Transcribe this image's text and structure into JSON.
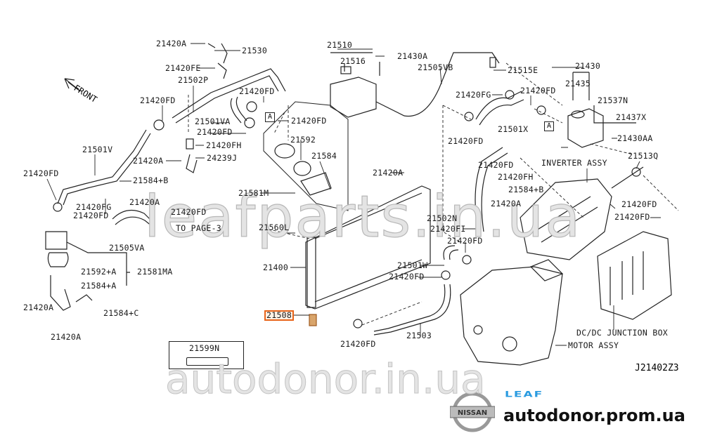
{
  "labels": [
    "21420A",
    "21530",
    "21420FE",
    "21502P",
    "21420FD",
    "21420FD",
    "21501VA",
    "21420FD",
    "21420FD",
    "21420FH",
    "21592",
    "21584",
    "24239J",
    "21420A",
    "21501V",
    "21420FD",
    "21584+B",
    "21420A",
    "21581M",
    "21420FG",
    "21420FD",
    "21420FD",
    "TO PAGE-3",
    "21560L",
    "21505VA",
    "21592+A",
    "21581MA",
    "21584+A",
    "21420A",
    "21584+C",
    "21420A",
    "21400",
    "21508",
    "21420FD",
    "21503",
    "21420FD",
    "21501W",
    "21420FD",
    "21420FI",
    "21502N",
    "21420A",
    "21510",
    "21516",
    "21430A",
    "21505VB",
    "21515E",
    "21420FG",
    "21420FD",
    "21501X",
    "21420FD",
    "21430",
    "21435",
    "21537N",
    "21437X",
    "21430AA",
    "21513Q",
    "INVERTER ASSY",
    "21420FD",
    "21420FH",
    "21584+B",
    "21420A",
    "21420FD",
    "21420FD",
    "DC/DC JUNCTION BOX",
    "MOTOR ASSY"
  ],
  "front_label": "FRONT",
  "ref_marker": "A",
  "kit_label": "21599N",
  "diagram_code": "J21402Z3",
  "highlight_color": "#e8641a",
  "watermarks": {
    "top": "leafparts.in.ua",
    "bottom": "autodonor.in.ua"
  },
  "brand": {
    "logo_text": "NISSAN",
    "model": "LEAF",
    "model_color": "#2a9be0",
    "site": "autodonor.prom.ua"
  }
}
